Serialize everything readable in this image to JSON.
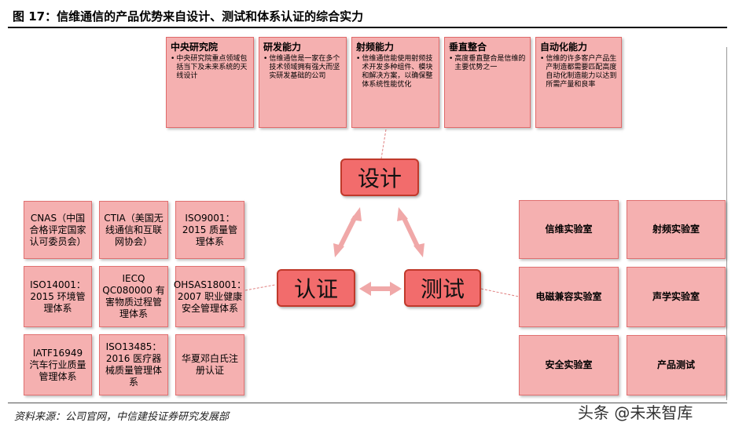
{
  "header": {
    "title": "图 17：信维通信的产品优势来自设计、测试和体系认证的综合实力"
  },
  "capabilities": [
    {
      "title": "中央研究院",
      "desc": "中央研究院重点领域包括当下及未来系统的天线设计"
    },
    {
      "title": "研发能力",
      "desc": "信维通信是一家在多个技术领域拥有强大而坚实研发基础的公司"
    },
    {
      "title": "射频能力",
      "desc": "信维通信能使用射频技术开发多种组件、模块和解决方案，以确保整体系统性能优化"
    },
    {
      "title": "垂直整合",
      "desc": "高度垂直整合是信维的主要优势之一"
    },
    {
      "title": "自动化能力",
      "desc": "信维的许多客户产品生产制造都需要匹配高度自动化制造能力以达到所需产量和良率"
    }
  ],
  "nodes": {
    "design": "设计",
    "certify": "认证",
    "test": "测试"
  },
  "certifications": [
    "CNAS（中国合格评定国家认可委员会）",
    "CTIA（美国无线通信和互联网协会）",
    "ISO9001：2015 质量管理体系",
    "ISO14001：2015 环境管理体系",
    "IECQ QC080000 有害物质过程管理体系",
    "OHSAS18001：2007 职业健康安全管理体系",
    "IATF16949 汽车行业质量管理体系",
    "ISO13485：2016 医疗器械质量管理体系",
    "华夏邓白氏注册认证"
  ],
  "labs": [
    "信维实验室",
    "射频实验室",
    "电磁兼容实验室",
    "声学实验室",
    "安全实验室",
    "产品测试"
  ],
  "footer": {
    "source": "资料来源：公司官网，中信建投证券研究发展部"
  },
  "watermark": "头条 @未来智库",
  "colors": {
    "box_fill": "#f5b0b0",
    "node_fill": "#f26c6c",
    "arrow": "#f0a8a8"
  }
}
